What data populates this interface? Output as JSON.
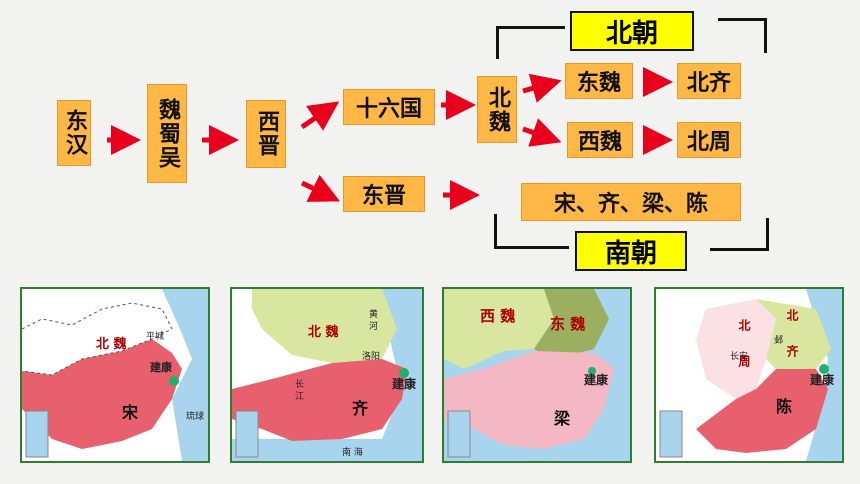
{
  "flow": {
    "donghan": "东汉",
    "weishuwu": "魏蜀吴",
    "xijin": "西晋",
    "shiliuguo": "十六国",
    "dongjin": "东晋",
    "beiwei": "北魏",
    "dongwei": "东魏",
    "xiwei": "西魏",
    "beiqi": "北齐",
    "beizhou": "北周",
    "song_qi_liang_chen": "宋、齐、梁、陈",
    "beichao": "北朝",
    "nanchao": "南朝"
  },
  "maps": [
    {
      "main": "宋",
      "north": "北 魏",
      "capital": "建康",
      "city2": "平城",
      "sea": "",
      "small": [
        "琉球"
      ]
    },
    {
      "main": "齐",
      "north": "北 魏",
      "capital": "建康",
      "city2": "洛阳",
      "river": "黄 河",
      "river2": "长 江",
      "sea": "南  海"
    },
    {
      "main": "梁",
      "west": "西 魏",
      "east": "东 魏",
      "capital": "建康"
    },
    {
      "main": "陈",
      "west": "北 周",
      "east": "北 齐",
      "capital": "建康",
      "city2": "长安",
      "city3": "邺"
    }
  ],
  "colors": {
    "box": "#ffb845",
    "yellow": "#ffff00",
    "arrow": "#e8001c",
    "south": "#e8606e",
    "north": "#d8e6a0",
    "sea": "#a9d4ee"
  }
}
